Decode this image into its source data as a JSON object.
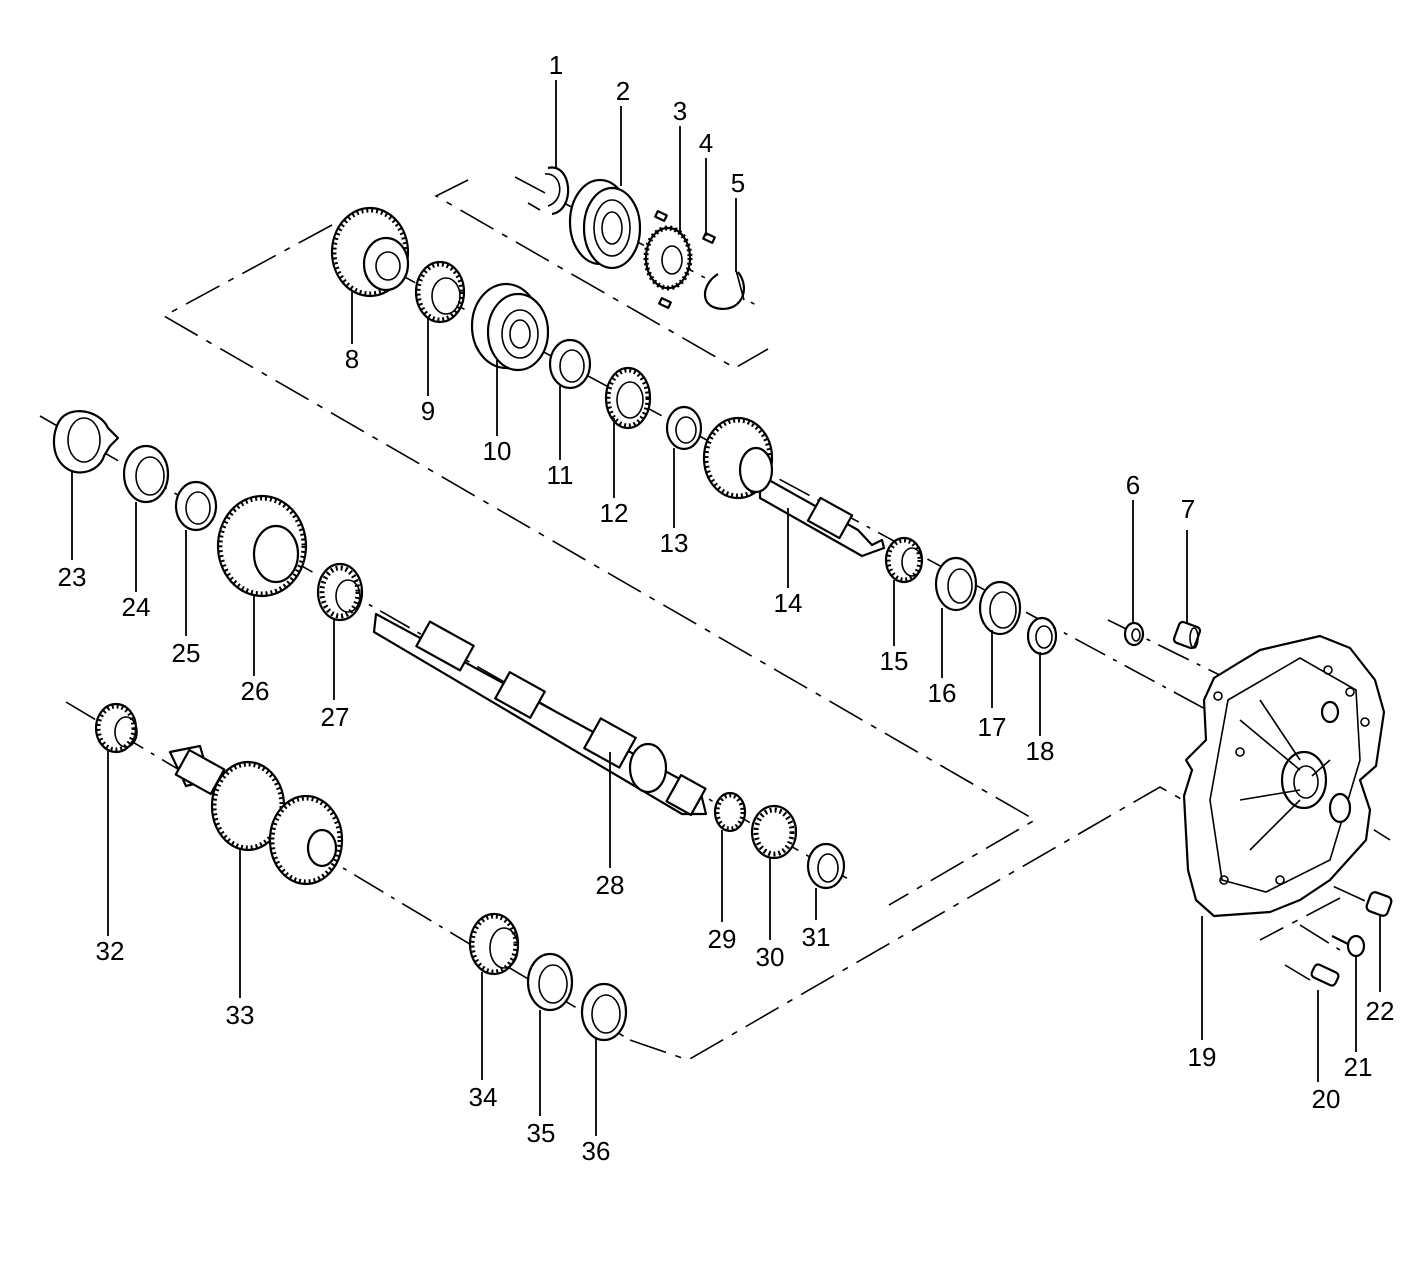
{
  "callouts": [
    "1",
    "2",
    "3",
    "4",
    "5",
    "6",
    "7",
    "8",
    "9",
    "10",
    "11",
    "12",
    "13",
    "14",
    "15",
    "16",
    "17",
    "18",
    "19",
    "20",
    "21",
    "22",
    "23",
    "24",
    "25",
    "26",
    "27",
    "28",
    "29",
    "30",
    "31",
    "32",
    "33",
    "34",
    "35",
    "36"
  ],
  "colors": {
    "line": "#000000",
    "background": "#ffffff"
  }
}
